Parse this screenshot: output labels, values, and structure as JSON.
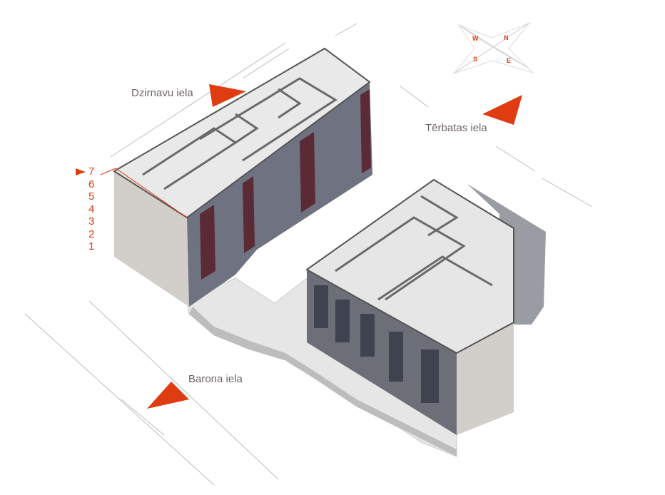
{
  "streets": {
    "north": "Dzirnavu iela",
    "east": "Tērbatas iela",
    "south": "Barona iela"
  },
  "floors": [
    "7",
    "6",
    "5",
    "4",
    "3",
    "2",
    "1"
  ],
  "selected_floor": "7",
  "compass": {
    "w": "W",
    "n": "N",
    "s": "S",
    "e": "E"
  },
  "colors": {
    "accent": "#e03c12",
    "street_text": "#6e6466"
  }
}
